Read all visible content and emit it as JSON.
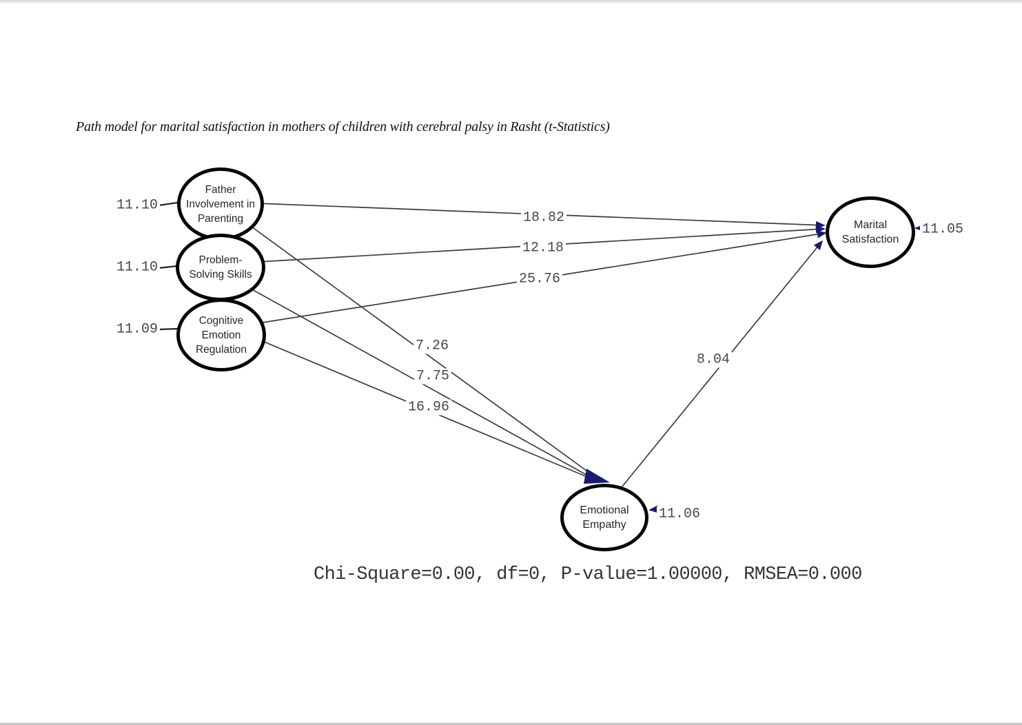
{
  "figure": {
    "title": "Path model for marital satisfaction in mothers of children with cerebral palsy in Rasht (t-Statistics)",
    "fit_statistics": "Chi-Square=0.00, df=0, P-value=1.00000, RMSEA=0.000"
  },
  "diagram": {
    "nodes": {
      "father": {
        "line1": "Father",
        "line2": "Involvement in",
        "line3": "Parenting",
        "t_value": "11.10"
      },
      "problem": {
        "line1": "Problem-",
        "line2": "Solving Skills",
        "t_value": "11.10"
      },
      "cognitive": {
        "line1": "Cognitive",
        "line2": "Emotion",
        "line3": "Regulation",
        "t_value": "11.09"
      },
      "marital": {
        "line1": "Marital",
        "line2": "Satisfaction",
        "t_value": "11.05"
      },
      "empathy": {
        "line1": "Emotional",
        "line2": "Empathy",
        "t_value": "11.06"
      }
    },
    "path_values": {
      "father_to_marital": "18.82",
      "problem_to_marital": "12.18",
      "cognitive_to_marital": "25.76",
      "father_to_empathy": "7.26",
      "problem_to_empathy": "7.75",
      "cognitive_to_empathy": "16.96",
      "empathy_to_marital": "8.04"
    },
    "colors": {
      "arrowhead": "#1a1a72",
      "path_line": "#3a3a44",
      "node_border": "#060606",
      "value_text": "#45454d"
    }
  }
}
